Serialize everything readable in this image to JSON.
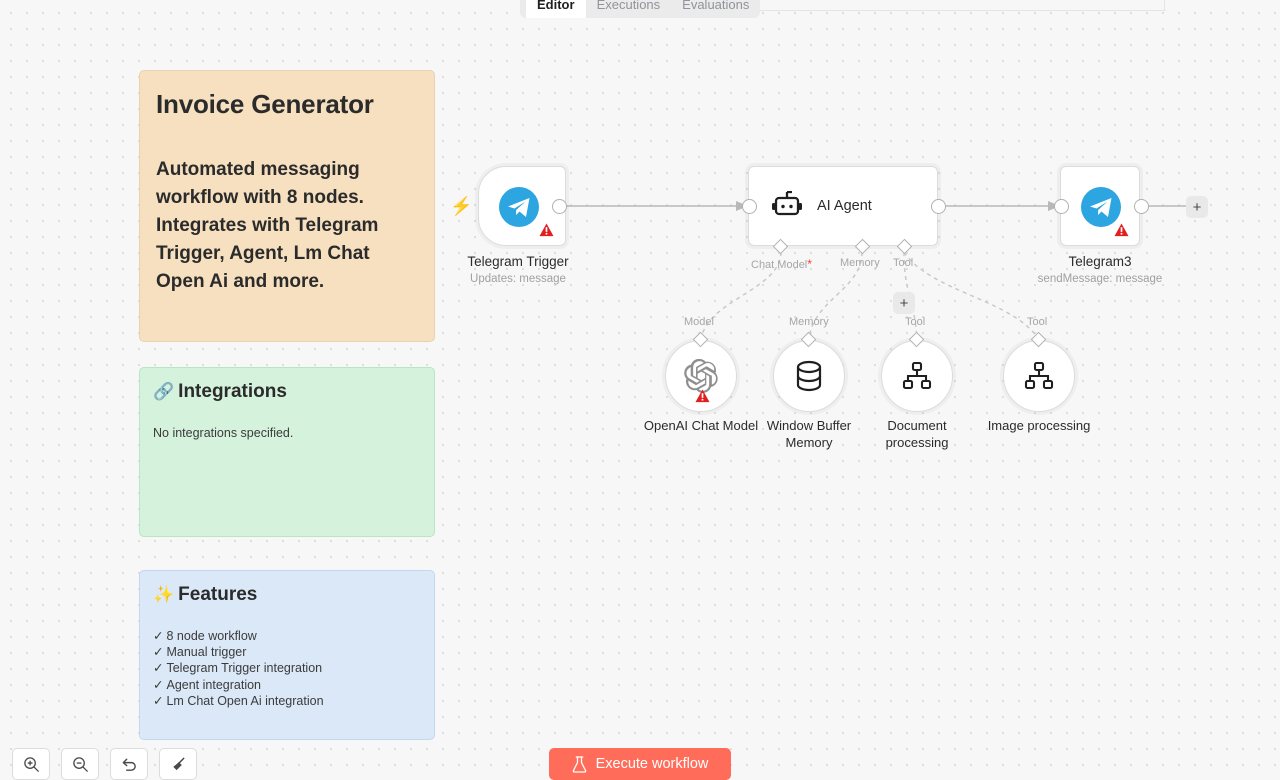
{
  "tabs": [
    {
      "label": "Editor",
      "active": true
    },
    {
      "label": "Executions",
      "active": false
    },
    {
      "label": "Evaluations",
      "active": false
    }
  ],
  "notes": {
    "title_card": {
      "heading": "Invoice Generator",
      "body": "Automated messaging workflow with 8 nodes. Integrates with Telegram Trigger, Agent, Lm Chat Open Ai and more.",
      "color": "#f6e0c0"
    },
    "integrations_card": {
      "emoji": "🔗",
      "heading": "Integrations",
      "body": "No integrations specified.",
      "color": "#d5f2dd"
    },
    "features_card": {
      "emoji": "✨",
      "heading": "Features",
      "check": "✓",
      "items": [
        "8 node workflow",
        "Manual trigger",
        "Telegram Trigger integration",
        "Agent integration",
        "Lm Chat Open Ai integration"
      ],
      "color": "#dbe8f7"
    }
  },
  "nodes": {
    "telegram_trigger": {
      "label": "Telegram Trigger",
      "sublabel": "Updates: message",
      "icon": "telegram-icon",
      "has_warning": true,
      "trigger_bolt": "⚡"
    },
    "ai_agent": {
      "label": "AI Agent",
      "icon": "robot-icon",
      "ports": [
        {
          "label": "Chat Model",
          "required": true,
          "required_mark": "*"
        },
        {
          "label": "Memory",
          "required": false,
          "required_mark": ""
        },
        {
          "label": "Tool",
          "required": false,
          "required_mark": ""
        }
      ]
    },
    "telegram3": {
      "label": "Telegram3",
      "sublabel": "sendMessage: message",
      "icon": "telegram-icon",
      "has_warning": true
    }
  },
  "subnodes": [
    {
      "label": "OpenAI Chat Model",
      "port_label": "Model",
      "icon": "openai-icon",
      "has_warning": true
    },
    {
      "label": "Window Buffer Memory",
      "port_label": "Memory",
      "icon": "database-icon",
      "has_warning": false
    },
    {
      "label": "Document processing",
      "port_label": "Tool",
      "icon": "hierarchy-icon",
      "has_warning": false
    },
    {
      "label": "Image processing",
      "port_label": "Tool",
      "icon": "hierarchy-icon",
      "has_warning": false
    }
  ],
  "canvas_buttons": {
    "add_node_after_telegram3": "+",
    "add_tool": "+"
  },
  "toolbar": {
    "zoom_in": "zoom-in-icon",
    "zoom_out": "zoom-out-icon",
    "reset_zoom": "undo-icon",
    "tidy_up": "broom-icon"
  },
  "execute": {
    "label": "Execute workflow",
    "icon": "flask-icon",
    "color": "#ff6d5a"
  }
}
